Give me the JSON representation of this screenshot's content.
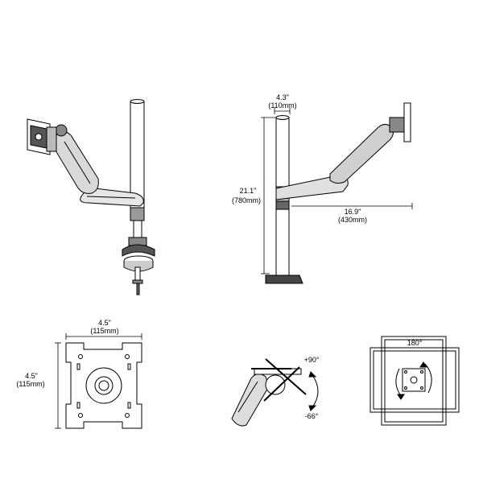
{
  "side_view": {
    "top_width": "4.3\"",
    "top_width_mm": "(110mm)",
    "height": "21.1\"",
    "height_mm": "(780mm)",
    "reach": "16.9\"",
    "reach_mm": "(430mm)"
  },
  "vesa_plate": {
    "width": "4.5\"",
    "width_mm": "(115mm)",
    "height": "4.5\"",
    "height_mm": "(115mm)"
  },
  "tilt": {
    "up": "+90°",
    "down": "-66°"
  },
  "rotation": {
    "angle": "180°"
  },
  "colors": {
    "line": "#000000",
    "fill_light": "#d9d9d9",
    "fill_mid": "#9a9a9a",
    "fill_dark": "#333333"
  }
}
